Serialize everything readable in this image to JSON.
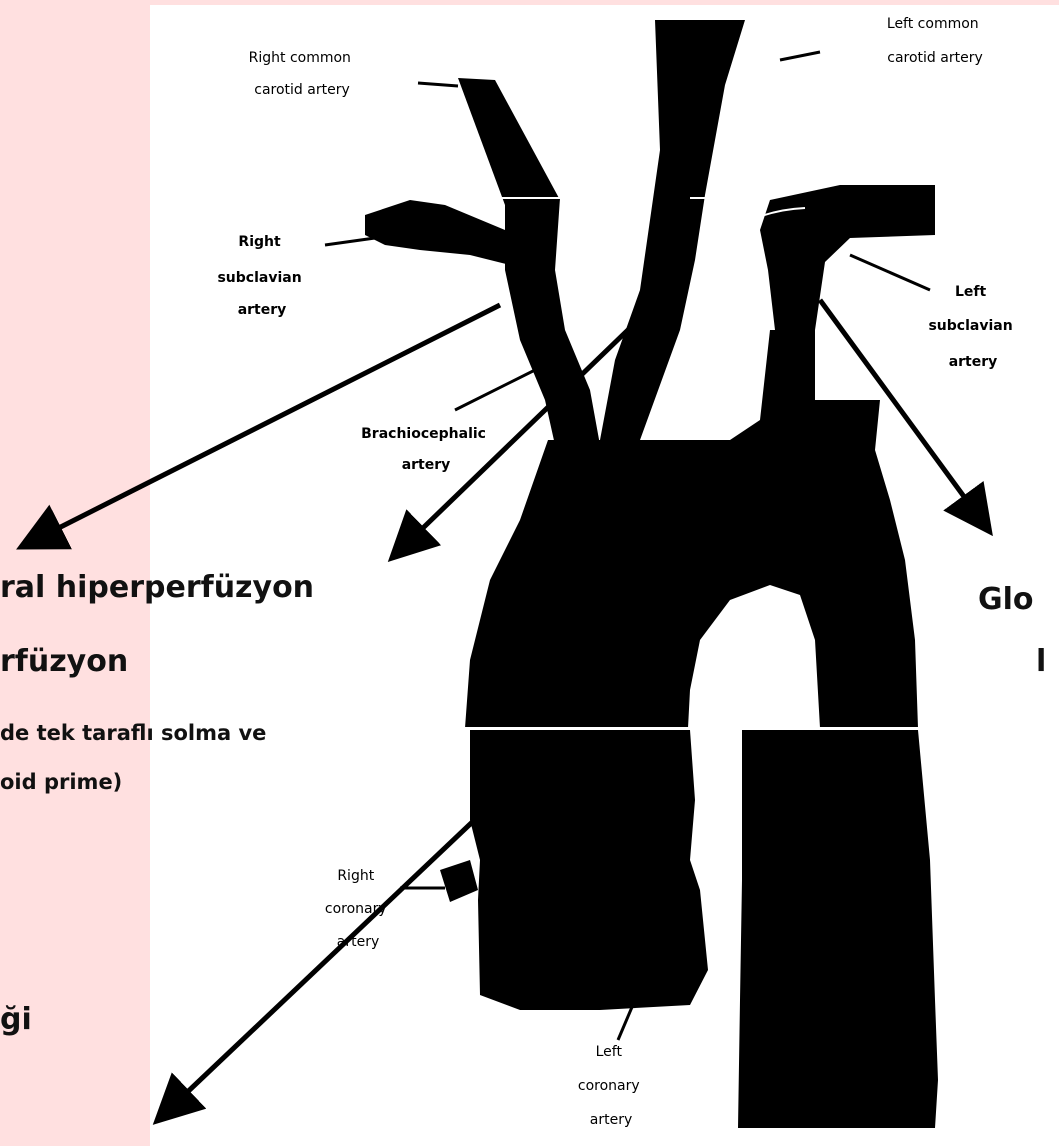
{
  "diagram": {
    "labels": {
      "right_common_carotid": [
        "Right common",
        "carotid artery"
      ],
      "left_common_carotid": [
        "Left common",
        "carotid artery"
      ],
      "right_subclavian": [
        "Right",
        "subclavian",
        "artery"
      ],
      "left_subclavian": [
        "Left",
        "subclavian",
        "artery"
      ],
      "brachiocephalic": [
        "Brachiocephalic",
        "artery"
      ],
      "right_coronary": [
        "Right",
        "coronary",
        "artery"
      ],
      "left_coronary": [
        "Left",
        "coronary",
        "artery"
      ]
    }
  },
  "slide_text": {
    "line1": "ral hiperperfüzyon",
    "line2": "rfüzyon",
    "line3": "de tek taraflı solma ve",
    "line4": "oid prime)",
    "line5": "ği",
    "right_line1": "Glo",
    "right_line2": "l"
  }
}
